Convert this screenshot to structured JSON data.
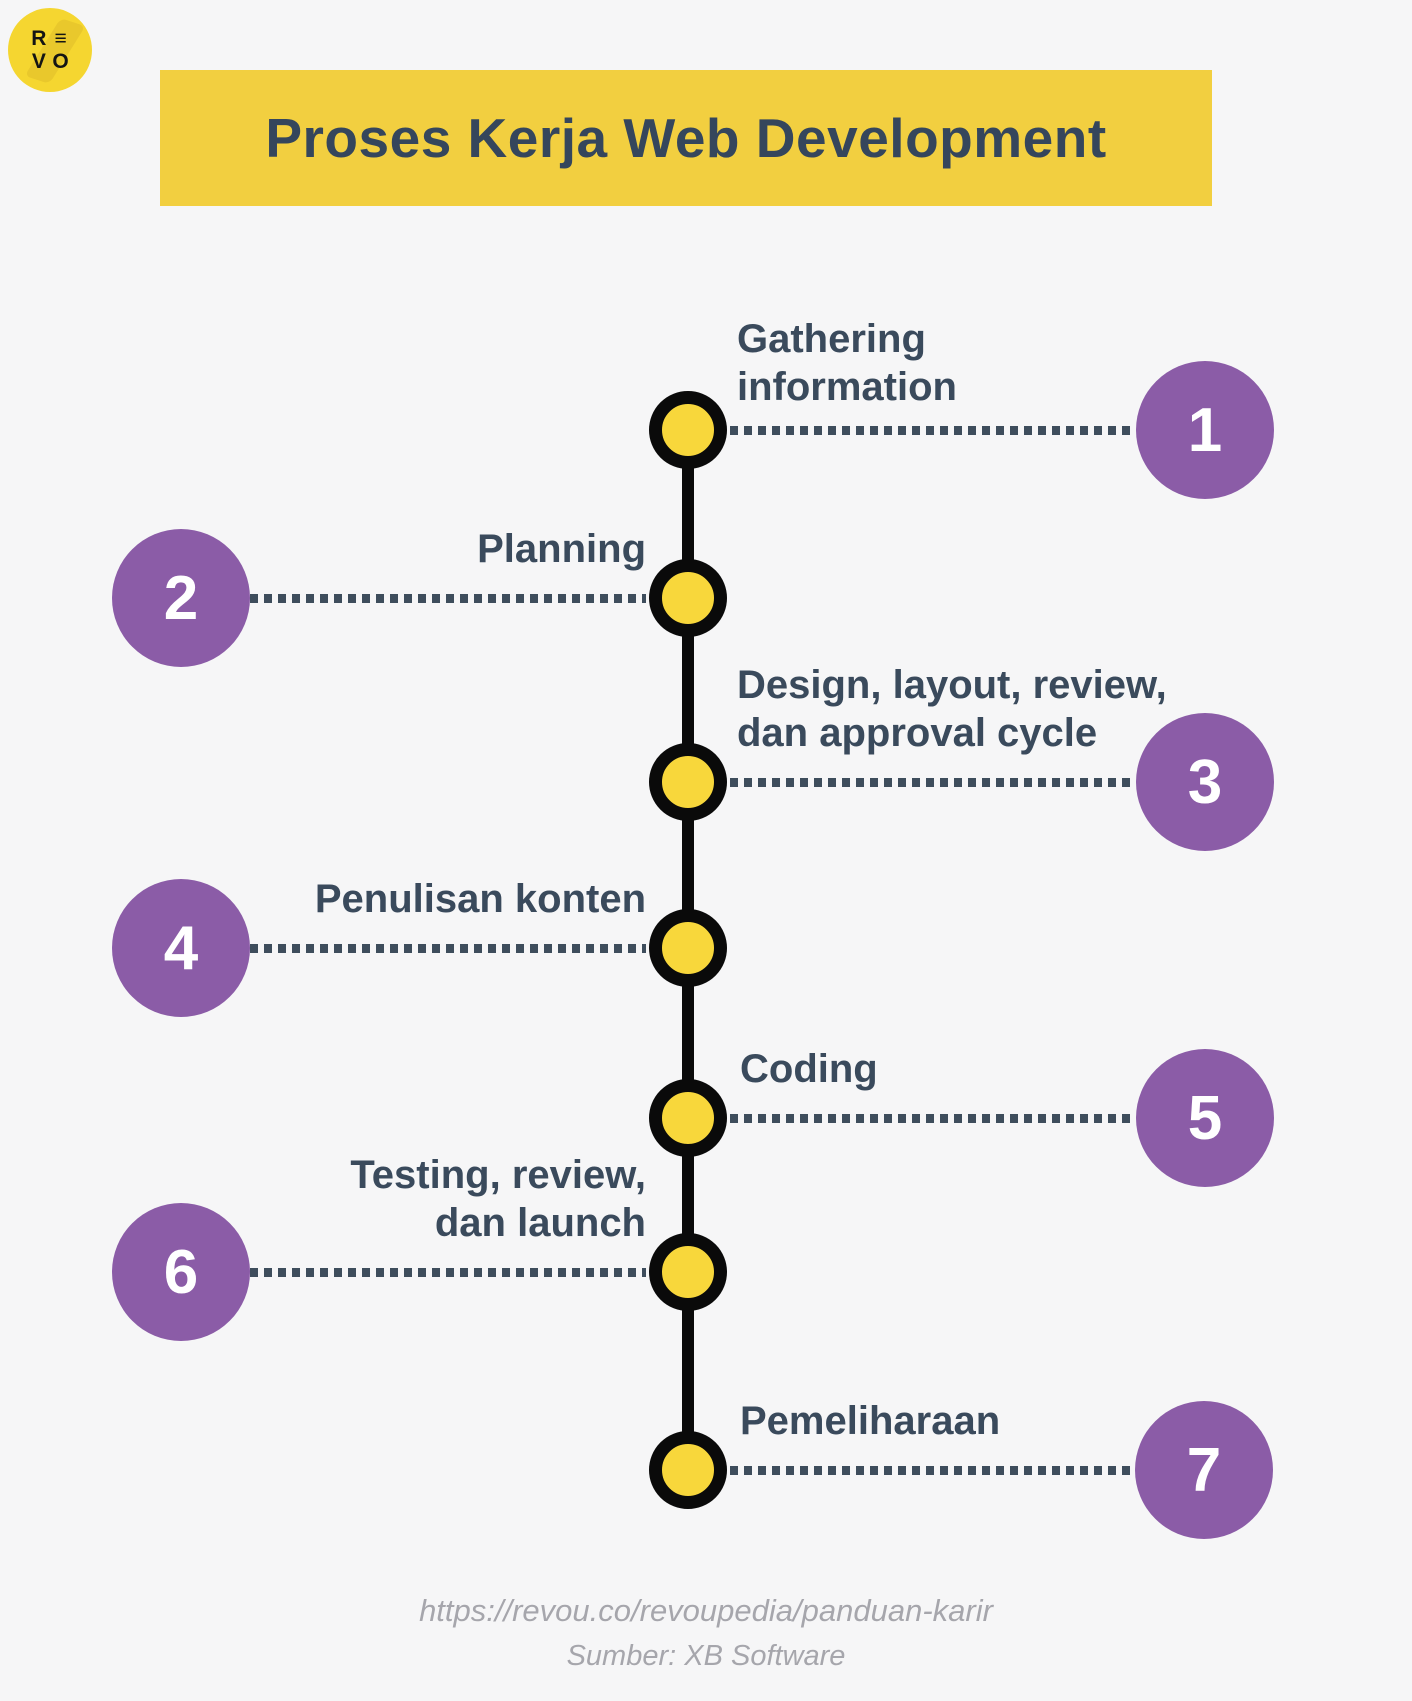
{
  "page": {
    "background": "#f6f6f7"
  },
  "colors": {
    "banner_yellow": "#f2cf40",
    "dot_yellow": "#f8d73b",
    "logo_yellow": "#f5d630",
    "logo_bolt": "#e6c52c",
    "purple": "#8b5ca7",
    "slate_text": "#3a4a5c",
    "dash": "#3e4d5c",
    "black": "#0a0a0a",
    "footer_gray": "#a6a6ac",
    "number_white": "#ffffff"
  },
  "logo": {
    "name": "REVO",
    "letters": [
      "R",
      "≡",
      "V",
      "O"
    ]
  },
  "header": {
    "title": "Proses Kerja Web Development"
  },
  "timeline": {
    "steps": [
      {
        "num": "1",
        "side": "right",
        "lines": [
          "Gathering",
          "information"
        ]
      },
      {
        "num": "2",
        "side": "left",
        "lines": [
          "Planning"
        ]
      },
      {
        "num": "3",
        "side": "right",
        "lines": [
          "Design, layout, review,",
          "dan approval cycle"
        ]
      },
      {
        "num": "4",
        "side": "left",
        "lines": [
          "Penulisan konten"
        ]
      },
      {
        "num": "5",
        "side": "right",
        "lines": [
          "Coding"
        ]
      },
      {
        "num": "6",
        "side": "left",
        "lines": [
          "Testing, review,",
          "dan launch"
        ]
      },
      {
        "num": "7",
        "side": "right",
        "lines": [
          "Pemeliharaan"
        ]
      }
    ]
  },
  "footer": {
    "url": "https://revou.co/revoupedia/panduan-karir",
    "source": "Sumber: XB Software"
  }
}
